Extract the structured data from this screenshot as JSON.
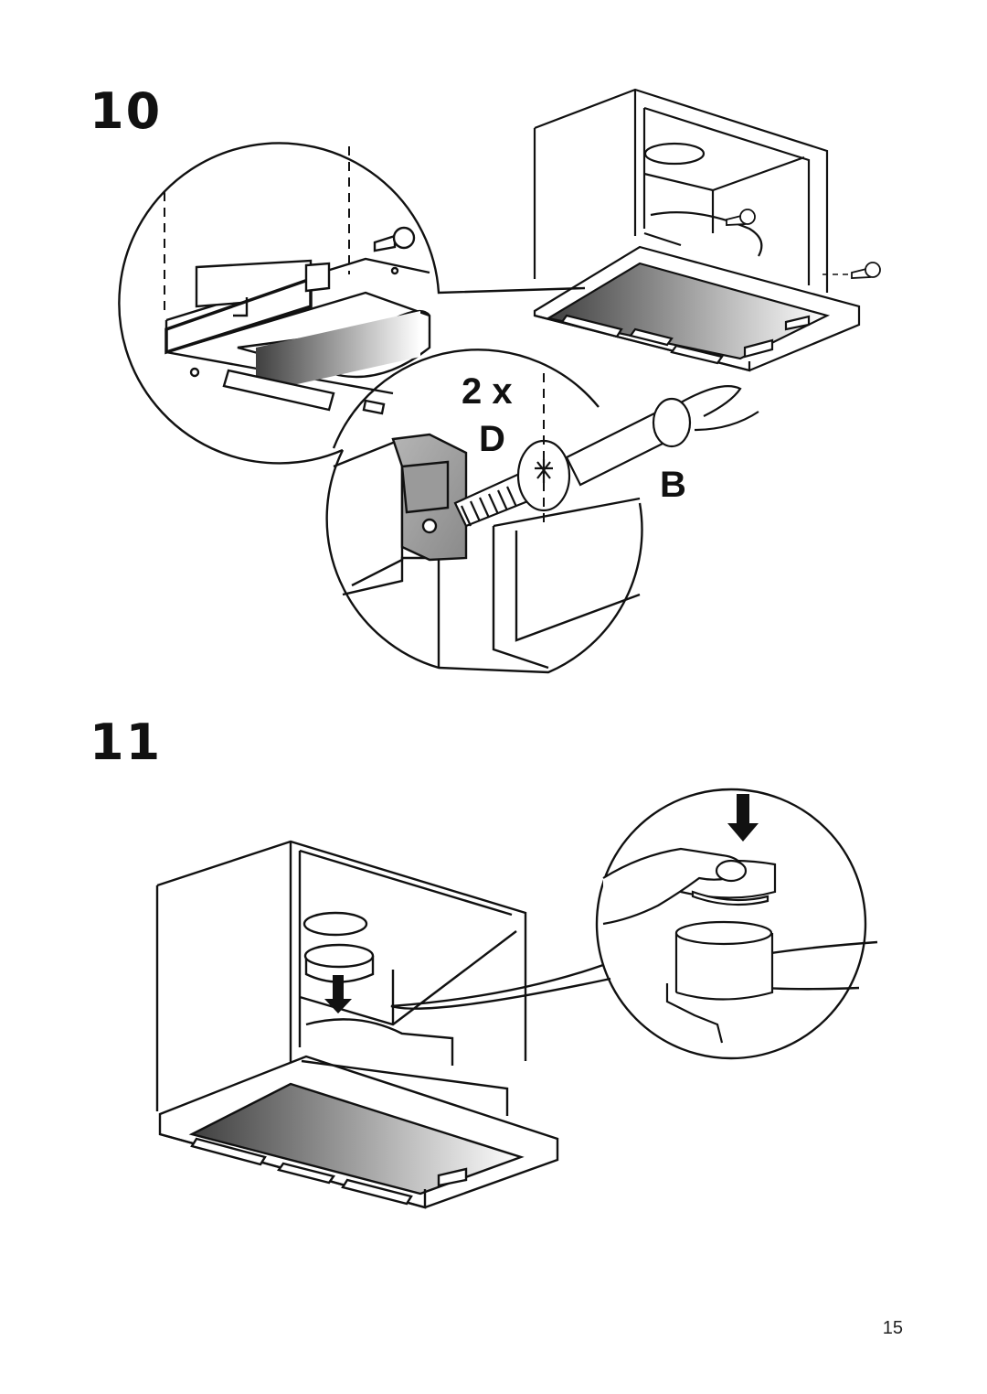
{
  "steps": [
    {
      "number": "10",
      "quantity": "2 x",
      "parts": [
        "D",
        "B"
      ]
    },
    {
      "number": "11"
    }
  ],
  "page_number": "15",
  "colors": {
    "ink": "#111111",
    "bracket": "#9a9a9a",
    "filter_dark": "#444444",
    "filter_light": "#ffffff"
  },
  "icons": [
    "screw-icon",
    "hood-illustration",
    "down-arrow-icon",
    "hand-illustration"
  ]
}
